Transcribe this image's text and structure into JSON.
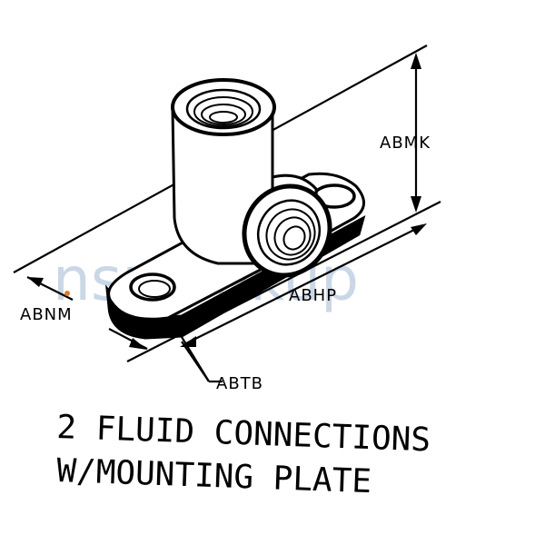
{
  "watermark": "nsnlookup",
  "labels": {
    "abmk": "ABMK",
    "abhp": "ABHP",
    "abnm": "ABNM",
    "abtb": "ABTB"
  },
  "caption": {
    "line1": "2 FLUID CONNECTIONS",
    "line2": "W/MOUNTING PLATE"
  },
  "colors": {
    "ink": "#000000",
    "watermark": "#9fb7d4",
    "accent_dot": "#e07a2a"
  }
}
